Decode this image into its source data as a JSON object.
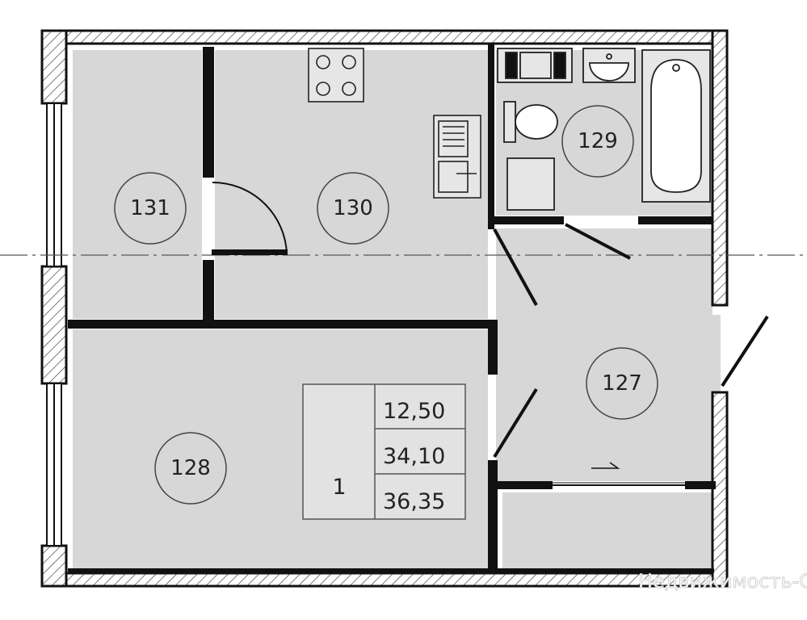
{
  "rooms": [
    {
      "id": "131",
      "label": "131"
    },
    {
      "id": "130",
      "label": "130"
    },
    {
      "id": "129",
      "label": "129"
    },
    {
      "id": "128",
      "label": "128"
    },
    {
      "id": "127",
      "label": "127"
    }
  ],
  "summary": {
    "rooms_count": "1",
    "living_area": "12,50",
    "total_area": "34,10",
    "total_area_with_balcony": "36,35"
  },
  "watermark": "Недвижимость-СПб",
  "colors": {
    "room_fill": "#d7d7d7",
    "wall": "#111111",
    "hatch": "#444444",
    "background": "#ffffff"
  }
}
